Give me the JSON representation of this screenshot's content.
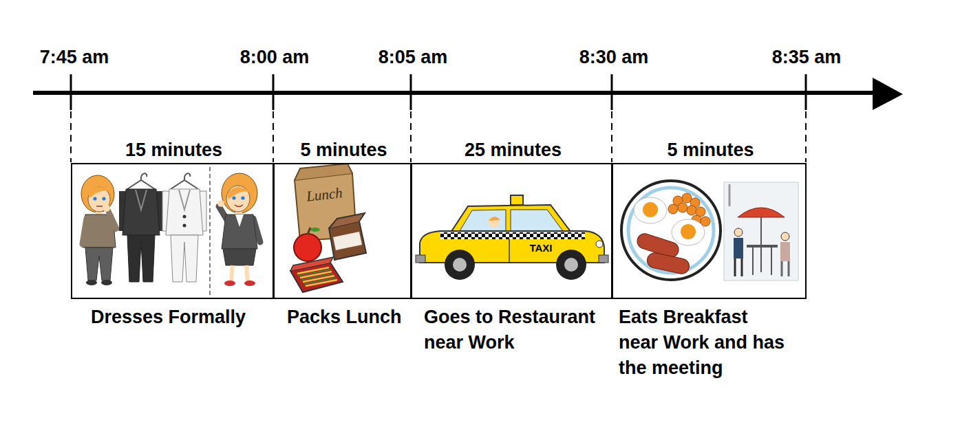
{
  "diagram": {
    "nodes": [
      {
        "text": [
          "15 minutes",
          "Dresses Formally"
        ]
      },
      {
        "text": [
          "5 minutes",
          "Packs Lunch"
        ]
      },
      {
        "text": [
          "25 minutes",
          "Goes to Restaurant near Work"
        ]
      },
      {
        "text": [
          "5 minutes",
          "Eats Breakfast near Work and has the meeting"
        ]
      }
    ],
    "labels": [
      "7:45 am",
      "8:00 am",
      "8:05 am",
      "8:30 am",
      "8:35 am",
      "Lunch",
      "TAXI"
    ]
  }
}
